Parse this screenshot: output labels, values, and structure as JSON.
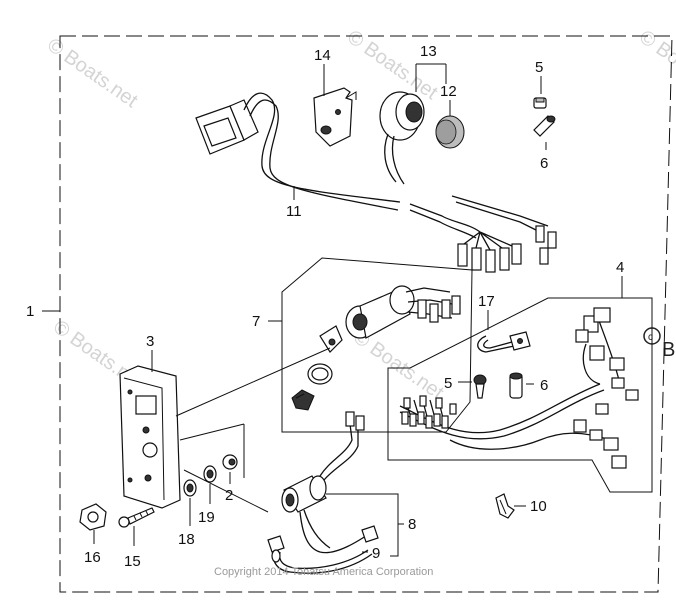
{
  "callouts": {
    "c1": "1",
    "c2": "2",
    "c3": "3",
    "c4": "4",
    "c5a": "5",
    "c5b": "5",
    "c6a": "6",
    "c6b": "6",
    "c7": "7",
    "c8": "8",
    "c9": "9",
    "c10": "10",
    "c11": "11",
    "c12": "12",
    "c13": "13",
    "c14": "14",
    "c15": "15",
    "c16": "16",
    "c17": "17",
    "c18": "18",
    "c19": "19"
  },
  "watermark": "© Boats.net",
  "copyright": "Copyright 2014 Tohatsu America Corporation"
}
